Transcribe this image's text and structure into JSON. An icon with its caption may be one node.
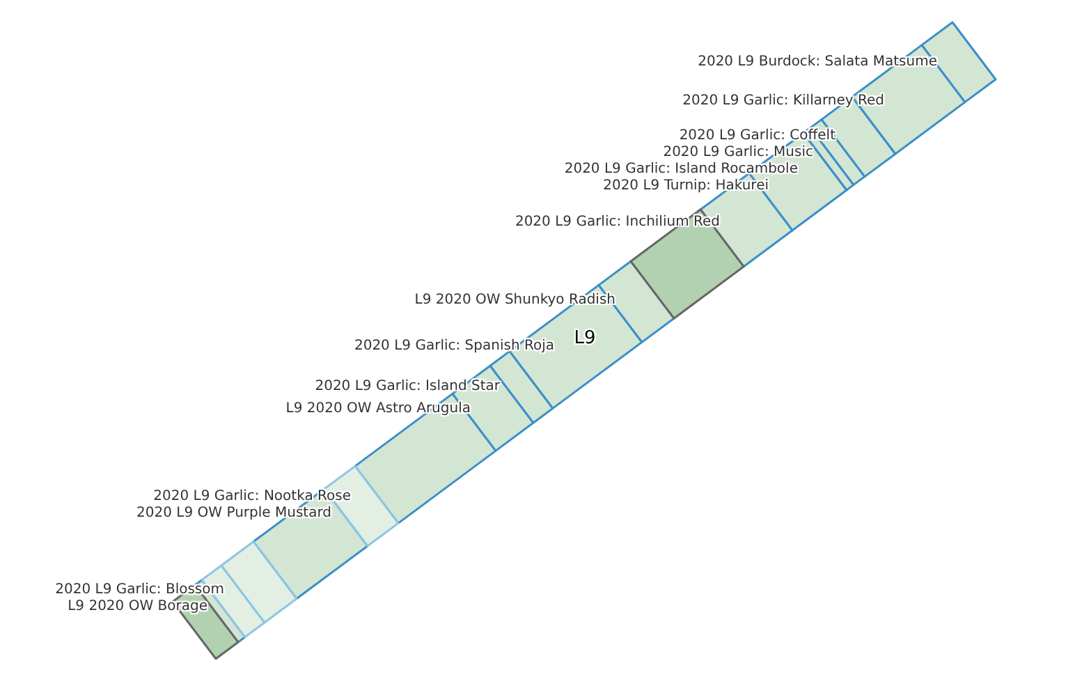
{
  "diagram": {
    "nodes": [
      {
        "text": [
          "L9"
        ]
      }
    ],
    "labels": [
      "2020 L9 Burdock: Salata Matsume",
      "2020 L9 Garlic: Killarney Red",
      "2020 L9 Garlic: Coffelt",
      "2020 L9 Garlic: Music",
      "2020 L9 Garlic: Island Rocambole",
      "2020 L9 Turnip: Hakurei",
      "2020 L9 Garlic: Inchilium Red",
      "L9 2020 OW Shunkyo Radish",
      "2020 L9 Garlic: Spanish Roja",
      "2020 L9 Garlic: Island Star",
      "L9 2020 OW Astro Arugula",
      "2020 L9 Garlic: Nootka Rose",
      "2020 L9 OW Purple Mustard",
      "2020 L9 Garlic: Blossom",
      "L9 2020 OW Borage"
    ]
  }
}
